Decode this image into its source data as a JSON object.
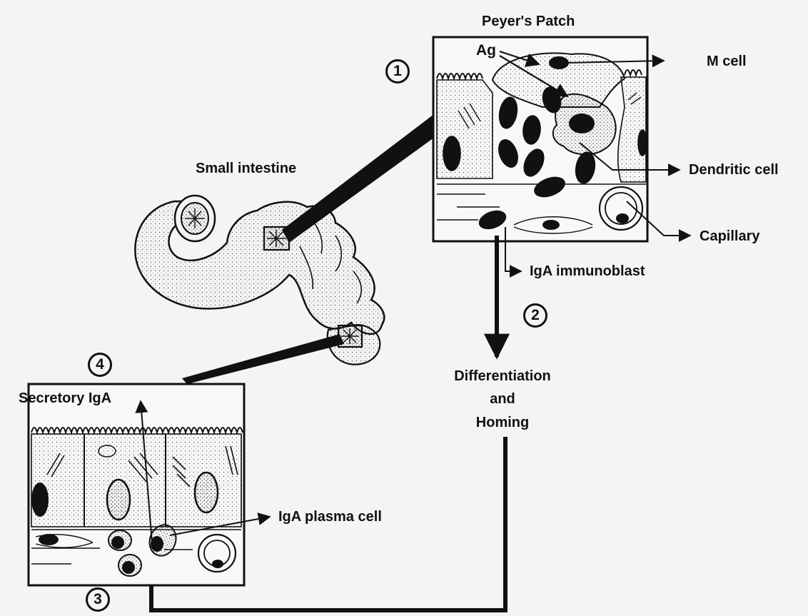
{
  "labels": {
    "peyers_patch": "Peyer's Patch",
    "ag": "Ag",
    "m_cell": "M cell",
    "dendritic_cell": "Dendritic cell",
    "capillary": "Capillary",
    "iga_immunoblast": "IgA immunoblast",
    "small_intestine": "Small intestine",
    "differentiation": "Differentiation",
    "and": "and",
    "homing": "Homing",
    "secretory_iga": "Secretory IgA",
    "iga_plasma_cell": "IgA plasma cell"
  },
  "steps": {
    "s1": "1",
    "s2": "2",
    "s3": "3",
    "s4": "4"
  },
  "colors": {
    "ink": "#111111",
    "paper": "#f4f4f2",
    "stipple": "#555555"
  }
}
